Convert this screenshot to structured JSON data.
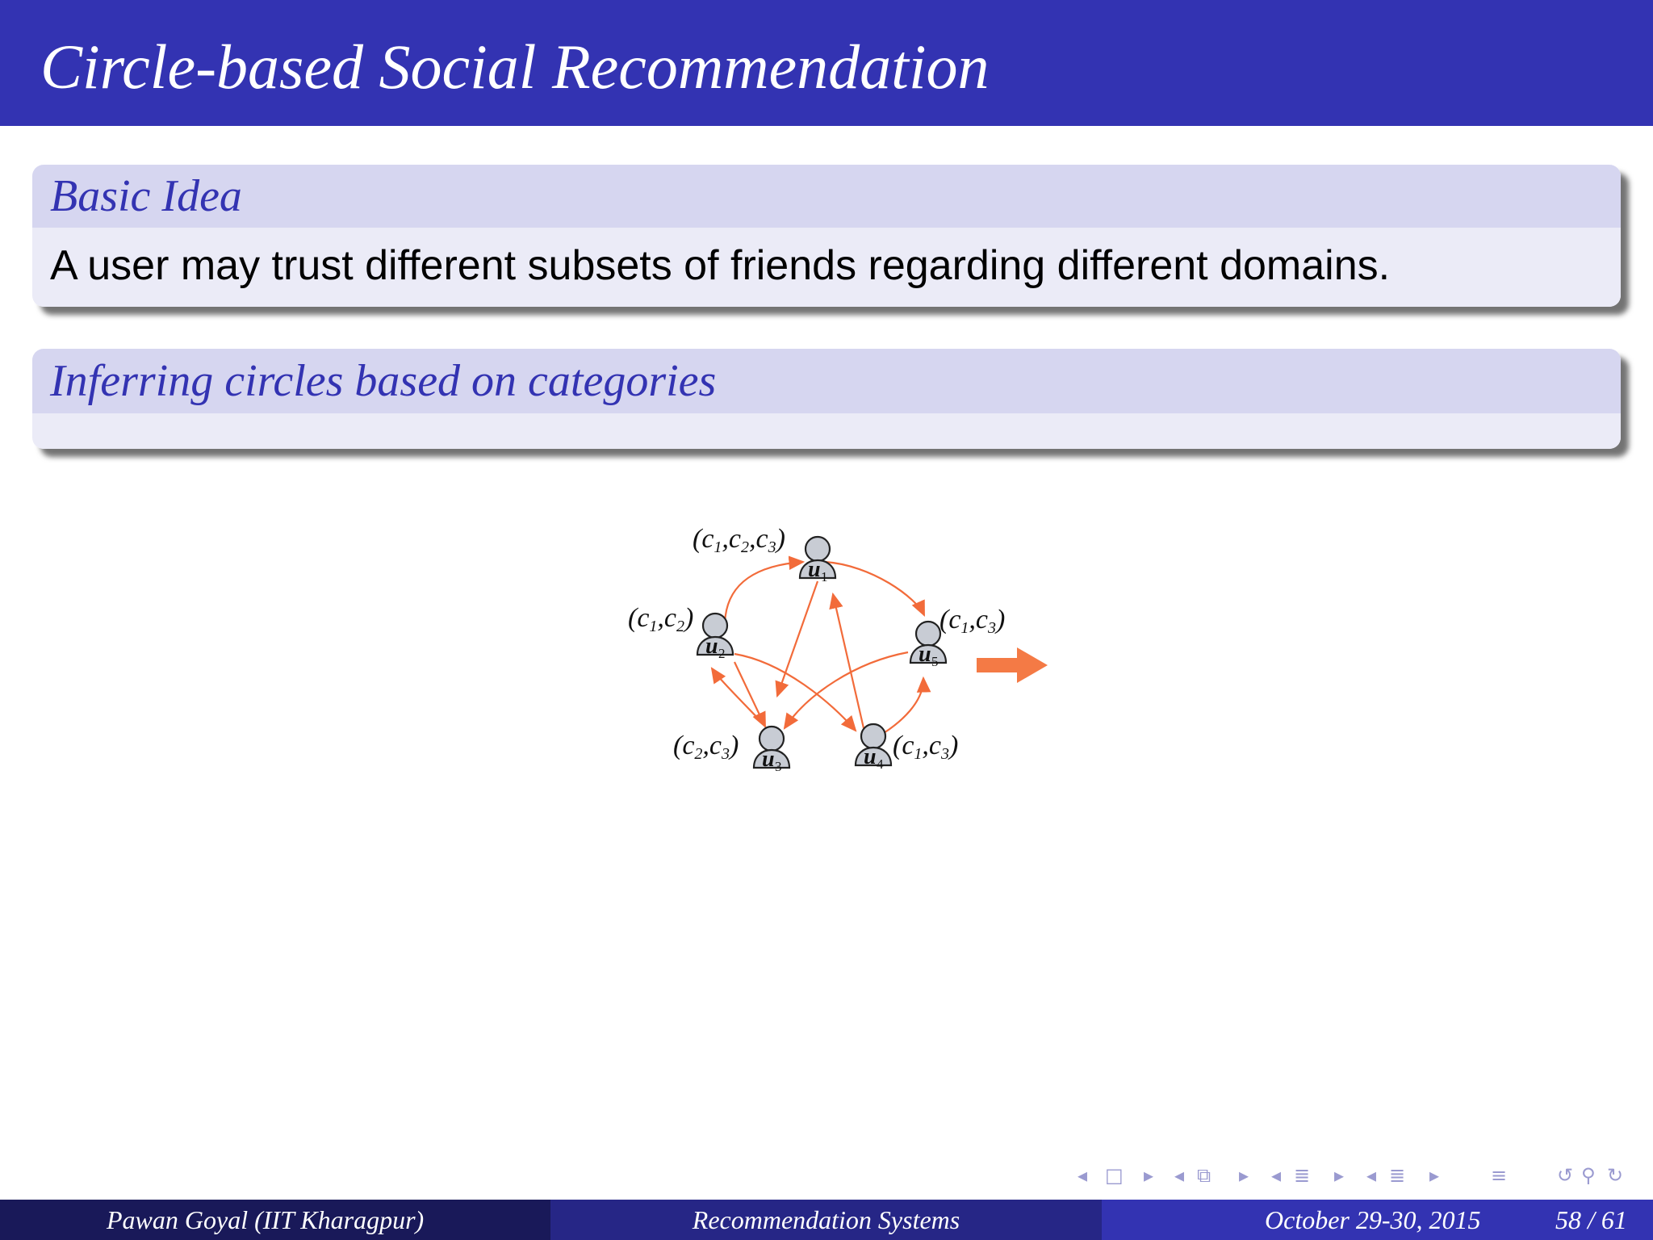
{
  "slide": {
    "title": "Circle-based Social Recommendation"
  },
  "blocks": [
    {
      "heading": "Basic Idea",
      "body": "A user may trust different subsets of friends regarding different domains."
    },
    {
      "heading": "Inferring circles based on categories",
      "body": ""
    }
  ],
  "diagram": {
    "users": [
      {
        "label": "u",
        "sub": "1",
        "categories": [
          [
            "c",
            "1"
          ],
          [
            "c",
            "2"
          ],
          [
            "c",
            "3"
          ]
        ]
      },
      {
        "label": "u",
        "sub": "2",
        "categories": [
          [
            "c",
            "1"
          ],
          [
            "c",
            "2"
          ]
        ]
      },
      {
        "label": "u",
        "sub": "3",
        "categories": [
          [
            "c",
            "2"
          ],
          [
            "c",
            "3"
          ]
        ]
      },
      {
        "label": "u",
        "sub": "4",
        "categories": [
          [
            "c",
            "1"
          ],
          [
            "c",
            "3"
          ]
        ]
      },
      {
        "label": "u",
        "sub": "5",
        "categories": [
          [
            "c",
            "1"
          ],
          [
            "c",
            "3"
          ]
        ]
      }
    ],
    "colors": {
      "edge": "#f26b3a",
      "node_fill": "#c8ccd4",
      "node_stroke": "#222222"
    }
  },
  "footer": {
    "author": "Pawan Goyal  (IIT Kharagpur)",
    "talk": "Recommendation Systems",
    "date": "October 29-30, 2015",
    "page": "58 / 61"
  },
  "colors": {
    "header": "#3333b2",
    "block_head": "#d6d6f0",
    "block_body": "#ebebf7",
    "footer_left": "#191959",
    "footer_mid": "#262686",
    "footer_right": "#3333b2"
  },
  "nav": {
    "icons": [
      "arrow-left-icon",
      "frame-icon",
      "arrow-right-icon",
      "arrow-left-icon",
      "subsection-icon",
      "arrow-right-icon",
      "arrow-left-icon",
      "section-icon",
      "arrow-right-icon",
      "arrow-left-icon",
      "subsection-icon",
      "arrow-right-icon",
      "align-icon",
      "search-back-icon",
      "search-icon",
      "search-forward-icon"
    ]
  }
}
